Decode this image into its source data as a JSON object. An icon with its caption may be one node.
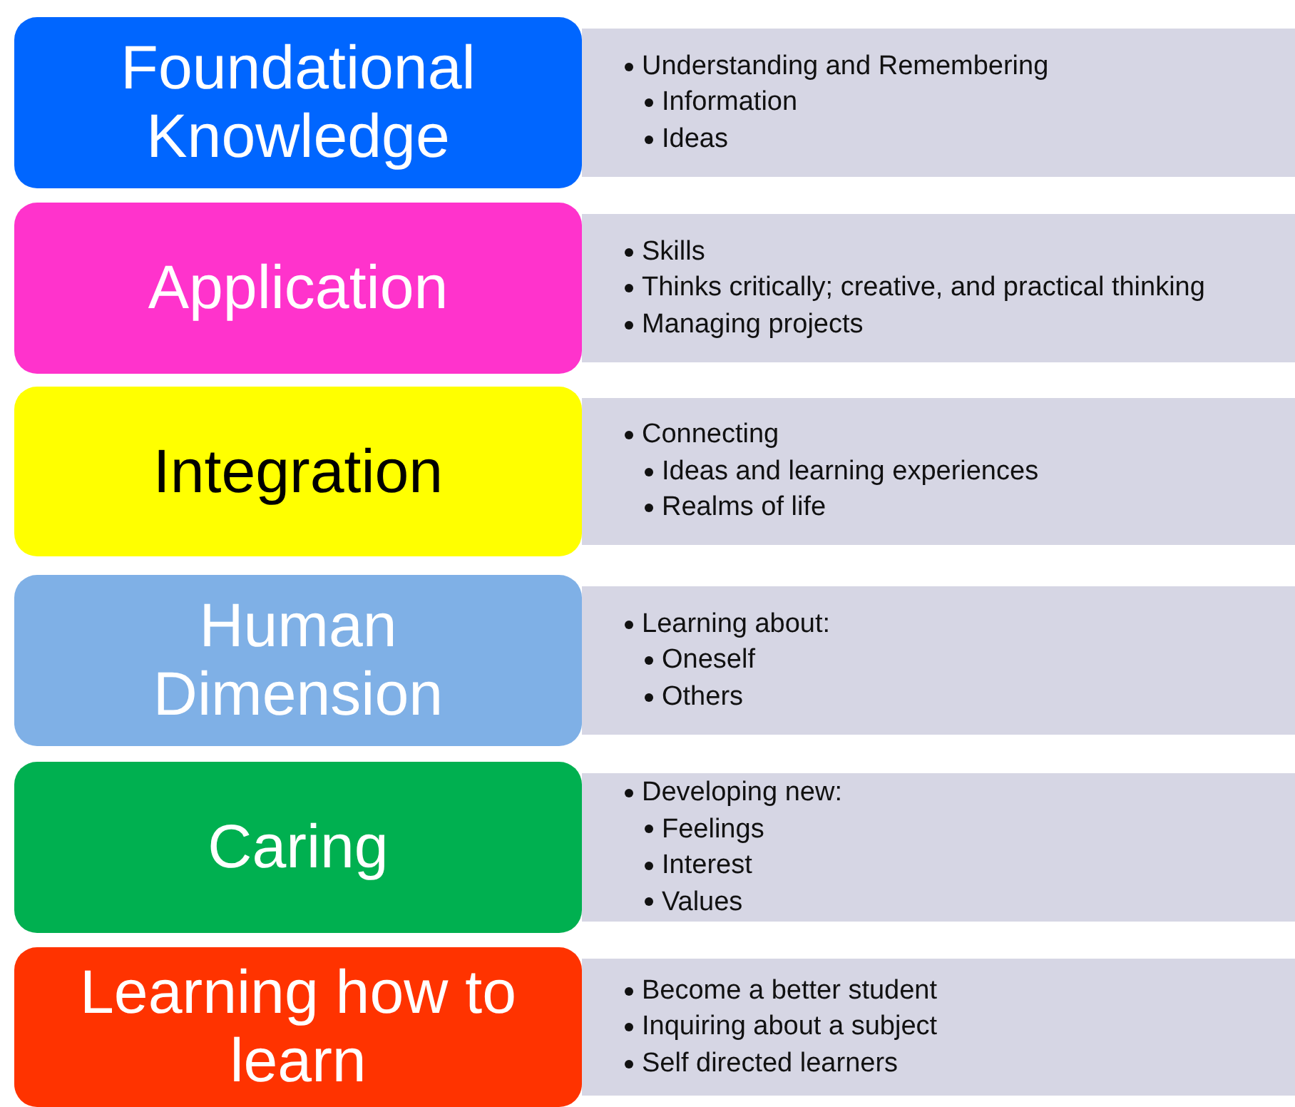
{
  "diagram": {
    "nodes": [
      {
        "text": [
          "Foundational Knowledge"
        ]
      },
      {
        "text": [
          "Understanding and Remembering",
          "Information",
          "Ideas"
        ]
      },
      {
        "text": [
          "Application"
        ]
      },
      {
        "text": [
          "Skills",
          "Thinks critically; creative, and practical thinking",
          "Managing projects"
        ]
      },
      {
        "text": [
          "Integration"
        ]
      },
      {
        "text": [
          "Connecting",
          "Ideas and learning experiences",
          "Realms of life"
        ]
      },
      {
        "text": [
          "Human Dimension"
        ]
      },
      {
        "text": [
          "Learning about:",
          "Oneself",
          "Others"
        ]
      },
      {
        "text": [
          "Caring"
        ]
      },
      {
        "text": [
          "Developing new:",
          "Feelings",
          "Interest",
          "Values"
        ]
      },
      {
        "text": [
          "Learning how to learn"
        ]
      },
      {
        "text": [
          "Become a better student",
          "Inquiring about a subject",
          "Self directed learners"
        ]
      }
    ]
  }
}
